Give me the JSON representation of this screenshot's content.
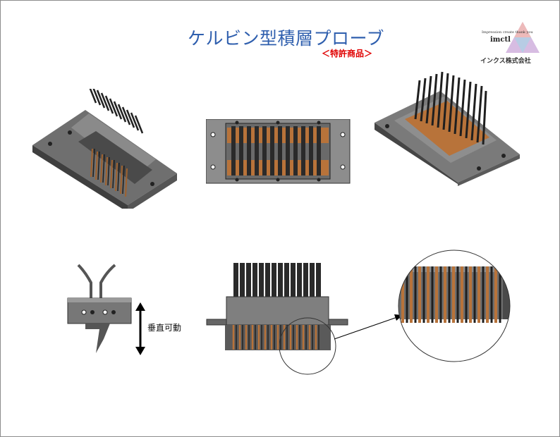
{
  "slide": {
    "title": "ケルビン型積層プローブ",
    "subtitle": "＜特許商品＞",
    "logo": {
      "tagline": "Impression create thank you",
      "wordmark": "imctl",
      "company": "インクス株式会社"
    },
    "side_view_caption": "垂直可動"
  },
  "colors": {
    "title": "#2f5fae",
    "subtitle": "#e00000",
    "metal": "#7a7a7a",
    "metal_dark": "#3e3e3e",
    "copper": "#b8733a",
    "probe": "#2a2a2a"
  }
}
